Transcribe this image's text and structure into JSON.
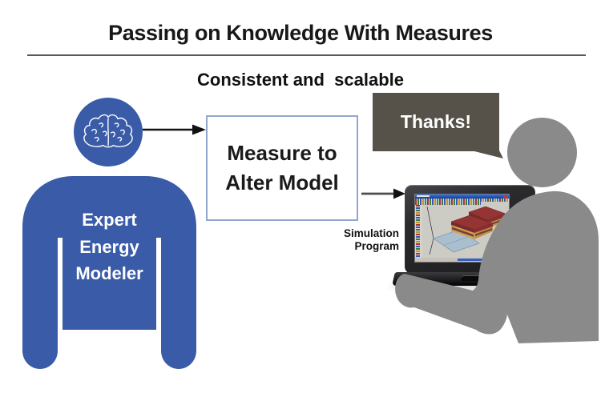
{
  "title": "Passing on Knowledge With Measures",
  "subtitle": "Consistent and  scalable",
  "expert_modeler": {
    "label_lines": [
      "Expert",
      "Energy",
      "Modeler"
    ]
  },
  "measure_box": {
    "label_lines": [
      "Measure to",
      "Alter Model"
    ]
  },
  "speech_bubble": {
    "text": "Thanks!"
  },
  "simulation_program_label": {
    "lines": [
      "Simulation",
      "Program"
    ]
  },
  "icons": {
    "brain": "brain-outline-in-circle",
    "laptop": "laptop-with-3d-modeling-app"
  },
  "colors": {
    "modeler_blue": "#3A5BA8",
    "recipient_gray": "#8A8A8A",
    "speech_bubble_gray": "#56524A",
    "measure_box_border": "#92A7CE",
    "divider_gray": "#58585A"
  }
}
